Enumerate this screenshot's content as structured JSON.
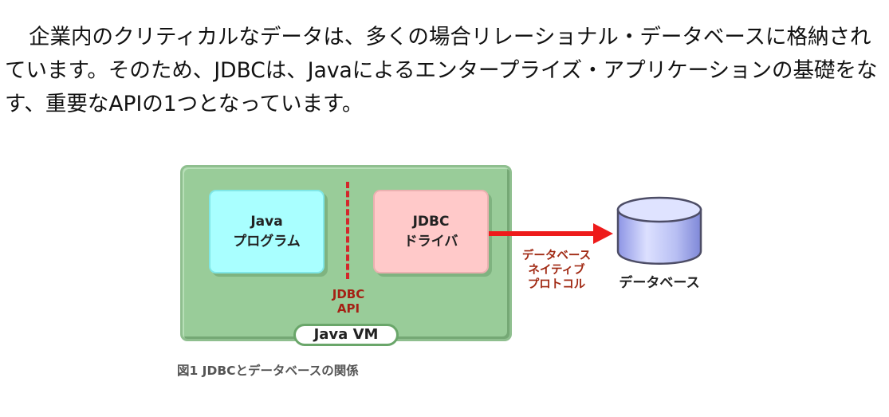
{
  "article": {
    "paragraph": "企業内のクリティカルなデータは、多くの場合リレーショナル・データベースに格納されています。そのため、JDBCは、Javaによるエンタープライズ・アプリケーションの基礎をなす、重要なAPIの1つとなっています。"
  },
  "diagram": {
    "program_line1": "Java",
    "program_line2": "プログラム",
    "driver_line1": "JDBC",
    "driver_line2": "ドライバ",
    "api_line1": "JDBC",
    "api_line2": "API",
    "vm_label": "Java VM",
    "protocol_line1": "データベース",
    "protocol_line2": "ネイティブ",
    "protocol_line3": "プロトコル",
    "database_label": "データベース",
    "caption": "図1 JDBCとデータベースの関係",
    "colors": {
      "jvm_fill": "#99cc99",
      "program_fill": "#a9ffff",
      "driver_fill": "#ffc9c9",
      "arrow": "#ee1b1b",
      "api_dash": "#d3272b",
      "database_fill": "#bfc5f4"
    }
  }
}
